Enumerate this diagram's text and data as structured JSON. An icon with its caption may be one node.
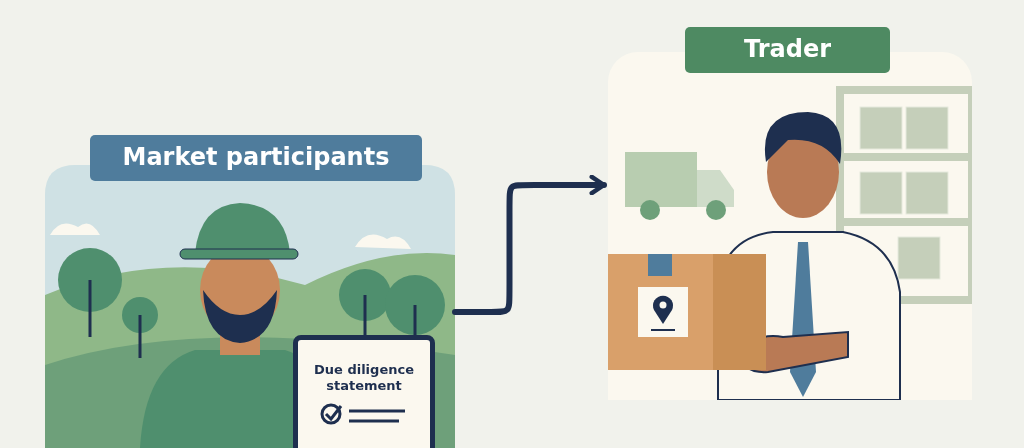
{
  "diagram": {
    "nodes": [
      {
        "text": [
          "Market participants"
        ]
      },
      {
        "text": [
          "Due diligence statement"
        ],
        "in": 0
      },
      {
        "text": [
          "Trader"
        ]
      }
    ],
    "edges": [
      {
        "from": 0,
        "to": 2,
        "arrow": "to"
      }
    ]
  }
}
